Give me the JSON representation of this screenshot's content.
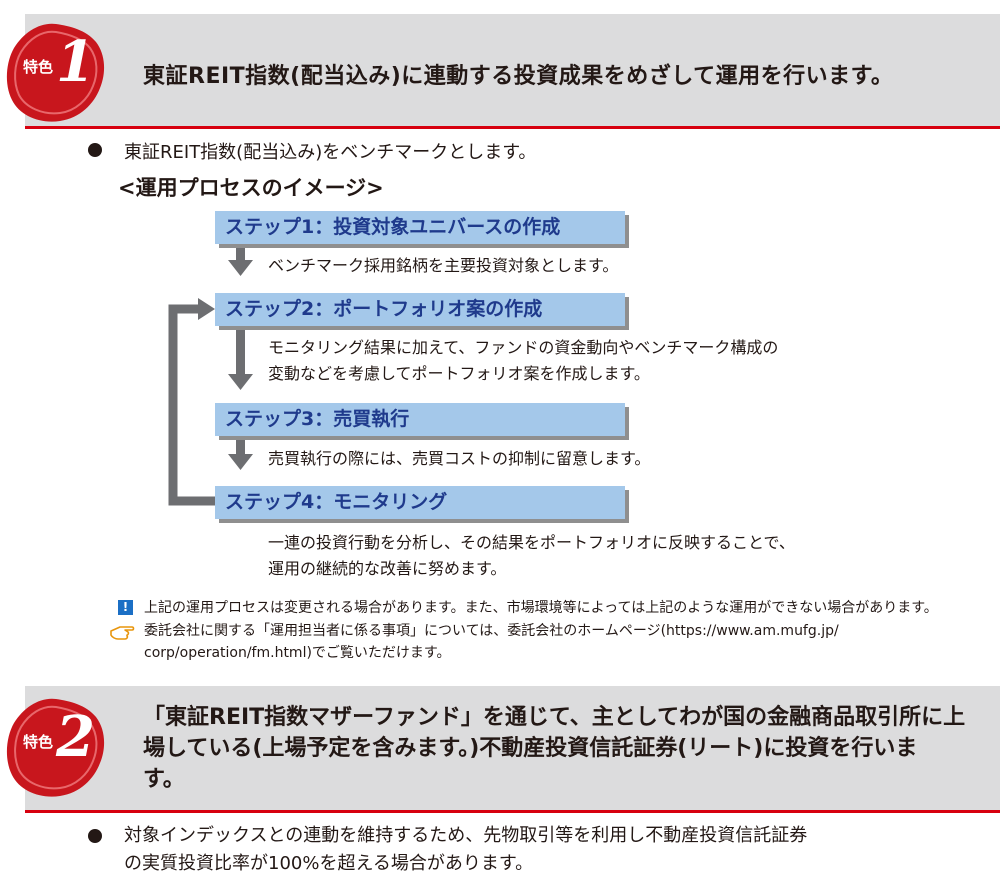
{
  "feature1": {
    "badge_small": "特色",
    "badge_num": "1",
    "title": "東証REIT指数(配当込み)に連動する投資成果をめざして運用を行います。"
  },
  "section1": {
    "bullet": "東証REIT指数(配当込み)をベンチマークとします。",
    "process_heading": "<運用プロセスのイメージ>",
    "steps": [
      {
        "label": "ステップ1：投資対象ユニバースの作成",
        "desc": [
          "ベンチマーク採用銘柄を主要投資対象とします。"
        ]
      },
      {
        "label": "ステップ2：ポートフォリオ案の作成",
        "desc": [
          "モニタリング結果に加えて、ファンドの資金動向やベンチマーク構成の",
          "変動などを考慮してポートフォリオ案を作成します。"
        ]
      },
      {
        "label": "ステップ3：売買執行",
        "desc": [
          "売買執行の際には、売買コストの抑制に留意します。"
        ]
      },
      {
        "label": "ステップ4：モニタリング",
        "desc": [
          "一連の投資行動を分析し、その結果をポートフォリオに反映することで、",
          "運用の継続的な改善に努めます。"
        ]
      }
    ],
    "note_warning": "上記の運用プロセスは変更される場合があります。また、市場環境等によっては上記のような運用ができない場合があります。",
    "note_reference": [
      "委託会社に関する「運用担当者に係る事項」については、委託会社のホームページ(https://www.am.mufg.jp/",
      "corp/operation/fm.html)でご覧いただけます。"
    ],
    "warning_icon": "!",
    "reference_icon": "pointing-hand-icon"
  },
  "feature2": {
    "badge_small": "特色",
    "badge_num": "2",
    "title": [
      "「東証REIT指数マザーファンド」を通じて、主としてわが国の金融商品取引所に上",
      "場している(上場予定を含みます。)不動産投資信託証券(リート)に投資を行いま",
      "す。"
    ]
  },
  "section2": {
    "bullet": [
      "対象インデックスとの連動を維持するため、先物取引等を利用し不動産投資信託証券",
      "の実質投資比率が100%を超える場合があります。"
    ]
  },
  "colors": {
    "header_bg": "#dcdcdd",
    "header_rule": "#d7000f",
    "seal": "#c8161d",
    "step_bg": "#a4c8ea",
    "step_text": "#1f3a8c",
    "arrow": "#6d6e71"
  }
}
